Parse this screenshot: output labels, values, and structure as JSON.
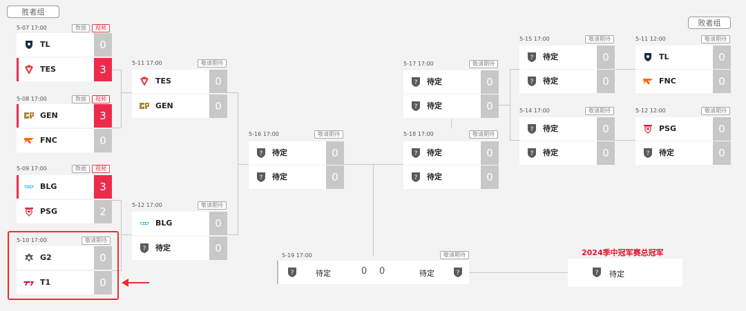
{
  "labels": {
    "winners_group": "胜者组",
    "losers_group": "败者组",
    "champion_title": "2024季中冠军赛总冠军"
  },
  "badges": {
    "data": "数据",
    "video": "视频",
    "pending": "敬请期待"
  },
  "teams": {
    "TL": "TL",
    "TES": "TES",
    "GEN": "GEN",
    "FNC": "FNC",
    "BLG": "BLG",
    "PSG": "PSG",
    "G2": "G2",
    "T1": "T1",
    "TBD": "待定"
  },
  "matches": {
    "m1": {
      "time": "5-07 17:00",
      "a_score": "0",
      "b_score": "3"
    },
    "m2": {
      "time": "5-08 17:00",
      "a_score": "3",
      "b_score": "0"
    },
    "m3": {
      "time": "5-09 17:00",
      "a_score": "3",
      "b_score": "2"
    },
    "m4": {
      "time": "5-10 17:00",
      "a_score": "0",
      "b_score": "0"
    },
    "m5": {
      "time": "5-11 17:00",
      "a_score": "0",
      "b_score": "0"
    },
    "m6": {
      "time": "5-12 17:00",
      "a_score": "0",
      "b_score": "0"
    },
    "m7": {
      "time": "5-16 17:00",
      "a_score": "0",
      "b_score": "0"
    },
    "m8": {
      "time": "5-17 17:00",
      "a_score": "0",
      "b_score": "0"
    },
    "m9": {
      "time": "5-18 17:00",
      "a_score": "0",
      "b_score": "0"
    },
    "m10": {
      "time": "5-15 17:00",
      "a_score": "0",
      "b_score": "0"
    },
    "m11": {
      "time": "5-14 17:00",
      "a_score": "0",
      "b_score": "0"
    },
    "m12": {
      "time": "5-11 12:00",
      "a_score": "0",
      "b_score": "0"
    },
    "m13": {
      "time": "5-12 12:00",
      "a_score": "0",
      "b_score": "0"
    },
    "final": {
      "time": "5-19 17:00",
      "a_score": "0",
      "b_score": "0"
    }
  },
  "colors": {
    "accent": "#ec2b4b",
    "highlight": "#ea2d2d"
  }
}
